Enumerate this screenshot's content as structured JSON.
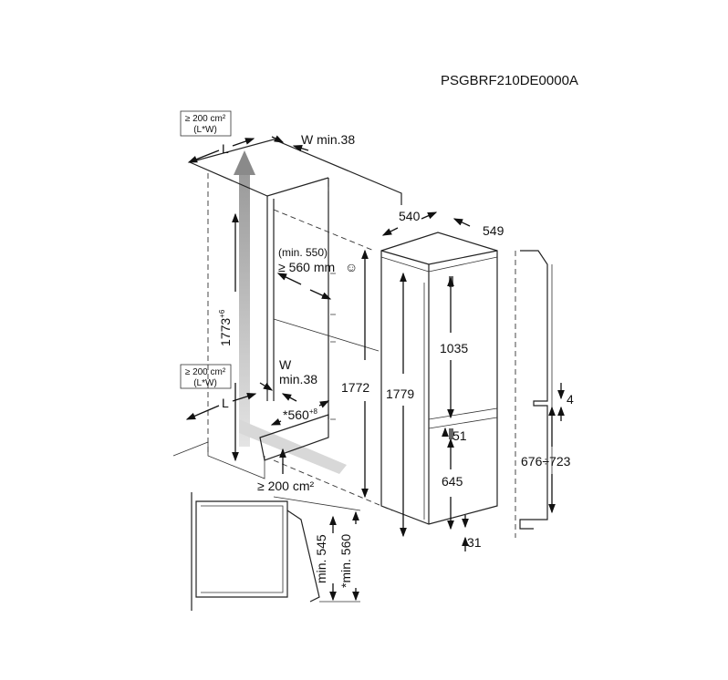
{
  "model_code": "PSGBRF210DE0000A",
  "top_vent": {
    "area": "≥ 200 cm²",
    "formula": "(L*W)",
    "length_label": "L",
    "width_label": "W min.38"
  },
  "bottom_vent": {
    "area": "≥ 200 cm²",
    "formula": "(L*W)",
    "length_label": "L",
    "width_label_w": "W",
    "width_label_min": "min.38"
  },
  "niche_height": {
    "value": "1773",
    "tolerance": "+6"
  },
  "niche_depth": {
    "min_note": "(min. 550)",
    "value": "≥ 560 mm",
    "smiley": "☺"
  },
  "niche_width": {
    "value": "*560",
    "tolerance": "+8"
  },
  "plinth_vent": "≥ 200 cm²",
  "appliance": {
    "height_1772": "1772",
    "height_1779": "1779",
    "width": "540",
    "depth": "549",
    "upper_door": "1035",
    "gap": "51",
    "lower_door": "645",
    "bottom": "31"
  },
  "side_view": {
    "offset": "4",
    "range": "676÷723"
  },
  "door_section": {
    "min_545": "min. 545",
    "min_560": "*min. 560"
  }
}
